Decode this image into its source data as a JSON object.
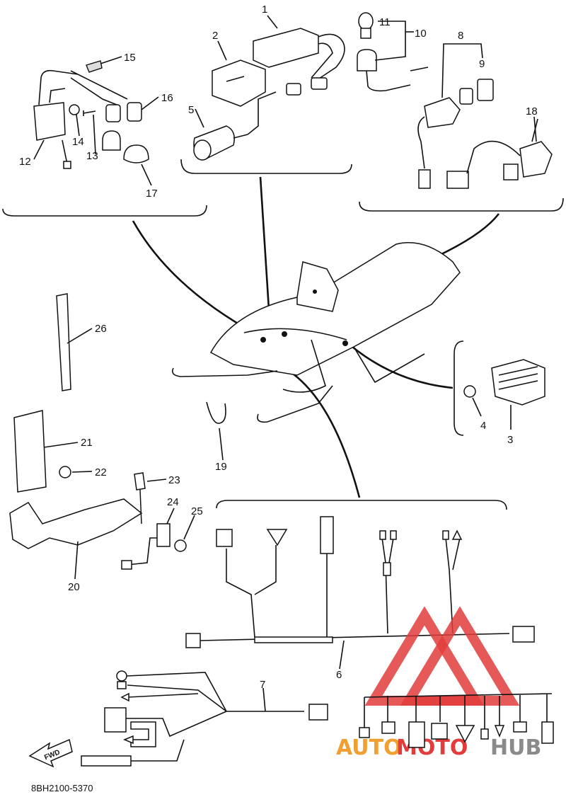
{
  "diagram": {
    "figure_code": "8BH2100-5370",
    "fwd_label": "FWD",
    "watermark": {
      "part1": "AUTO",
      "part2": "MOTO",
      "part3": "HUB"
    },
    "callouts": [
      {
        "id": "c1",
        "num": "1"
      },
      {
        "id": "c2",
        "num": "2"
      },
      {
        "id": "c3",
        "num": "3"
      },
      {
        "id": "c4",
        "num": "4"
      },
      {
        "id": "c5",
        "num": "5"
      },
      {
        "id": "c6",
        "num": "6"
      },
      {
        "id": "c7",
        "num": "7"
      },
      {
        "id": "c8",
        "num": "8"
      },
      {
        "id": "c9",
        "num": "9"
      },
      {
        "id": "c10",
        "num": "10"
      },
      {
        "id": "c11",
        "num": "11"
      },
      {
        "id": "c12",
        "num": "12"
      },
      {
        "id": "c13",
        "num": "13"
      },
      {
        "id": "c14",
        "num": "14"
      },
      {
        "id": "c15",
        "num": "15"
      },
      {
        "id": "c16",
        "num": "16"
      },
      {
        "id": "c17",
        "num": "17"
      },
      {
        "id": "c18",
        "num": "18"
      },
      {
        "id": "c19",
        "num": "19"
      },
      {
        "id": "c20",
        "num": "20"
      },
      {
        "id": "c21",
        "num": "21"
      },
      {
        "id": "c22",
        "num": "22"
      },
      {
        "id": "c23",
        "num": "23"
      },
      {
        "id": "c24",
        "num": "24"
      },
      {
        "id": "c25",
        "num": "25"
      },
      {
        "id": "c26",
        "num": "26"
      }
    ],
    "colors": {
      "line": "#111111",
      "watermark_red": "#e23c3c",
      "watermark_orange": "#f0a030",
      "watermark_gray": "#8a8a8a"
    }
  }
}
